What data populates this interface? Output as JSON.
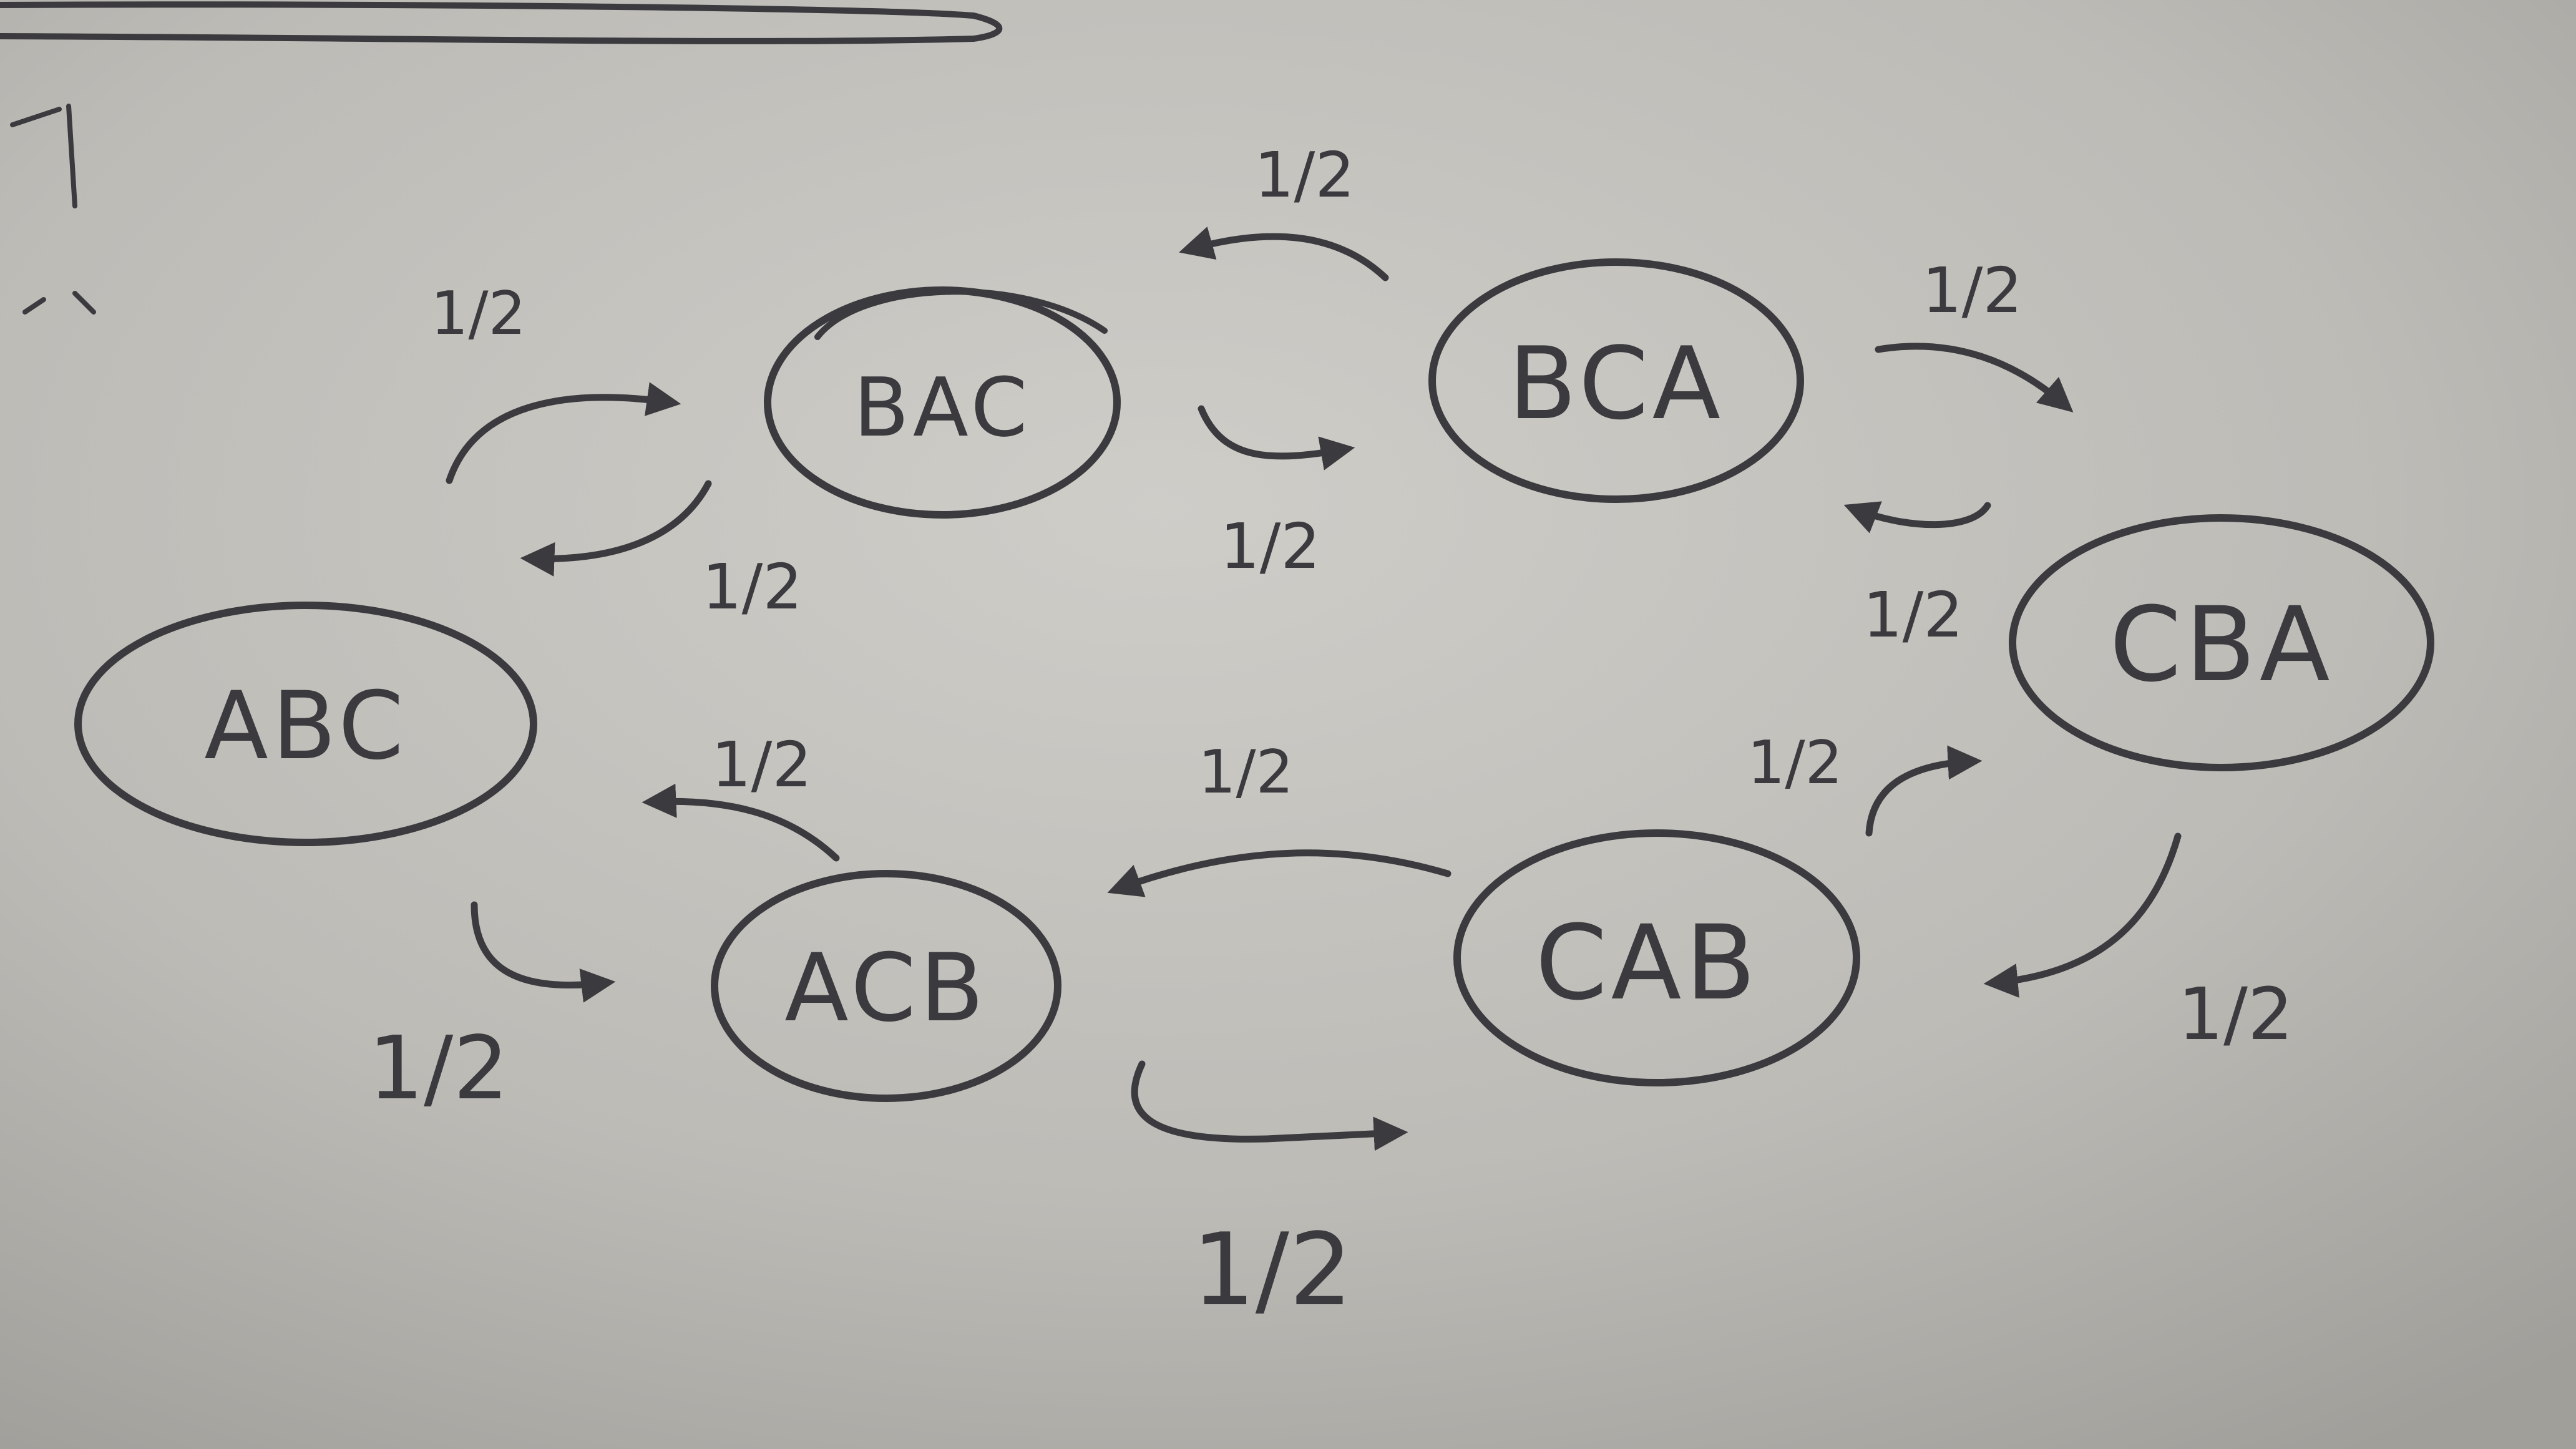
{
  "diagram": {
    "nodes": [
      {
        "id": "ABC",
        "label": "ABC"
      },
      {
        "id": "BAC",
        "label": "BAC"
      },
      {
        "id": "BCA",
        "label": "BCA"
      },
      {
        "id": "CBA",
        "label": "CBA"
      },
      {
        "id": "CAB",
        "label": "CAB"
      },
      {
        "id": "ACB",
        "label": "ACB"
      }
    ],
    "edges": [
      {
        "from": "ABC",
        "to": "BAC",
        "label": "1/2"
      },
      {
        "from": "BAC",
        "to": "ABC",
        "label": "1/2"
      },
      {
        "from": "BAC",
        "to": "BCA",
        "label": "1/2"
      },
      {
        "from": "BCA",
        "to": "BAC",
        "label": "1/2"
      },
      {
        "from": "BCA",
        "to": "CBA",
        "label": "1/2"
      },
      {
        "from": "CBA",
        "to": "BCA",
        "label": "1/2"
      },
      {
        "from": "CBA",
        "to": "CAB",
        "label": "1/2"
      },
      {
        "from": "CAB",
        "to": "CBA",
        "label": "1/2"
      },
      {
        "from": "CAB",
        "to": "ACB",
        "label": "1/2"
      },
      {
        "from": "ACB",
        "to": "CAB",
        "label": "1/2"
      },
      {
        "from": "ACB",
        "to": "ABC",
        "label": "1/2"
      },
      {
        "from": "ABC",
        "to": "ACB",
        "label": "1/2"
      }
    ]
  }
}
